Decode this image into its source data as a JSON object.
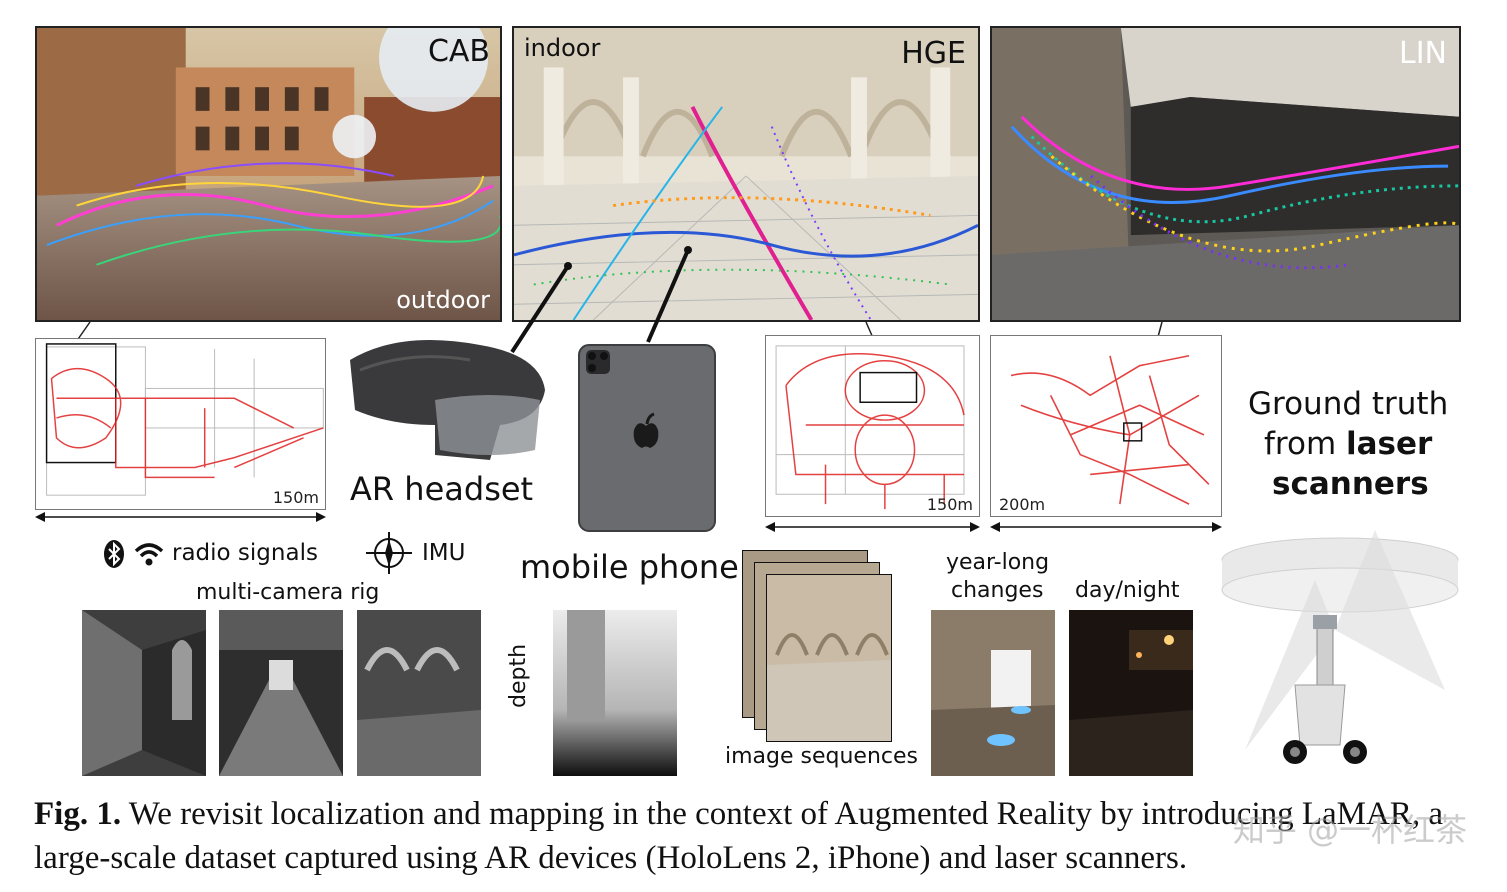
{
  "figure": {
    "photos": {
      "cab": {
        "label": "CAB",
        "sub": "outdoor"
      },
      "hge": {
        "label": "HGE",
        "sub": "indoor"
      },
      "lin": {
        "label": "LIN"
      }
    },
    "maps": {
      "cab_scale": "150m",
      "hge_scale": "150m",
      "lin_scale": "200m"
    },
    "devices": {
      "ar_headset": "AR headset",
      "mobile_phone": "mobile phone"
    },
    "sensors": {
      "radio_signals": "radio signals",
      "imu": "IMU",
      "multi_camera_rig": "multi-camera rig",
      "depth": "depth",
      "image_sequences": "image sequences",
      "year_long_changes_line1": "year-long",
      "year_long_changes_line2": "changes",
      "day_night": "day/night"
    },
    "ground_truth": {
      "line1": "Ground truth",
      "line2_prefix": "from ",
      "line2_bold": "laser",
      "line3": "scanners"
    }
  },
  "caption": {
    "label": "Fig. 1.",
    "text": " We revisit localization and mapping in the context of Augmented Reality by introducing LaMAR, a large-scale dataset captured using AR devices (HoloLens 2, iPhone) and laser scanners."
  },
  "watermark": "知乎 @一杯红茶",
  "colors": {
    "trajectory_red": "#e02020",
    "frame": "#222222"
  }
}
